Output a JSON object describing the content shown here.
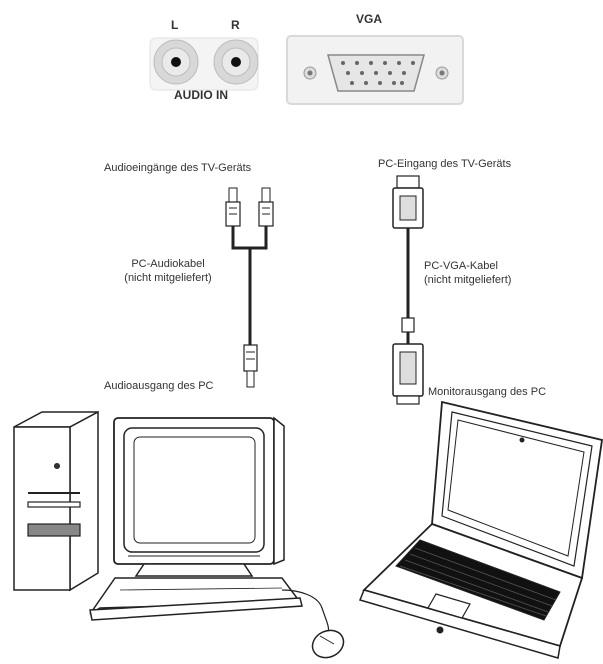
{
  "panel": {
    "audio_l": "L",
    "audio_r": "R",
    "audio_in": "AUDIO IN",
    "vga": "VGA"
  },
  "labels": {
    "tv_audio_inputs": "Audioeingänge des TV-Geräts",
    "pc_audio_cable_1": "PC-Audiokabel",
    "pc_audio_cable_2": "(nicht mitgeliefert)",
    "pc_audio_out": "Audioausgang des PC",
    "tv_pc_input": "PC-Eingang des TV-Geräts",
    "pc_vga_cable_1": "PC-VGA-Kabel",
    "pc_vga_cable_2": "(nicht mitgeliefert)",
    "pc_monitor_out": "Monitorausgang des PC"
  }
}
